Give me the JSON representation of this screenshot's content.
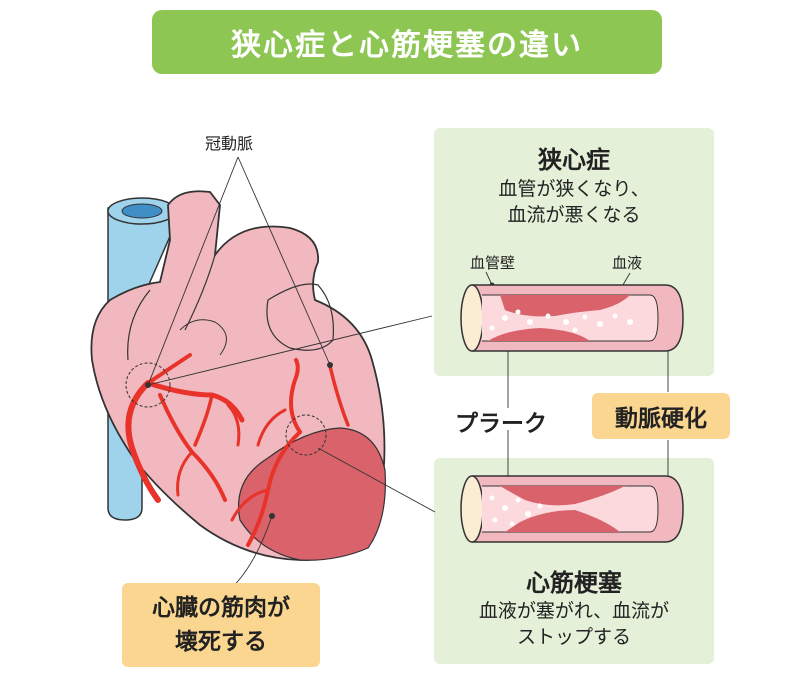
{
  "title": "狭心症と心筋梗塞の違い",
  "labels": {
    "coronary_artery": "冠動脈",
    "plaque": "プラーク",
    "arteriosclerosis": "動脈硬化",
    "vessel_wall": "血管壁",
    "blood": "血液"
  },
  "angina": {
    "heading": "狭心症",
    "desc_line1": "血管が狭くなり、",
    "desc_line2": "血流が悪くなる"
  },
  "infarction": {
    "heading": "心筋梗塞",
    "desc_line1": "血液が塞がれ、血流が",
    "desc_line2": "ストップする"
  },
  "necrosis": {
    "line1": "心臓の筋肉が",
    "line2": "壊死する"
  },
  "colors": {
    "title_bg": "#8ec653",
    "panel_bg": "#e4f0d8",
    "label_bg": "#fbd690",
    "heart": "#f2b8bf",
    "artery": "#e8332a",
    "plaque": "#d9626b"
  }
}
